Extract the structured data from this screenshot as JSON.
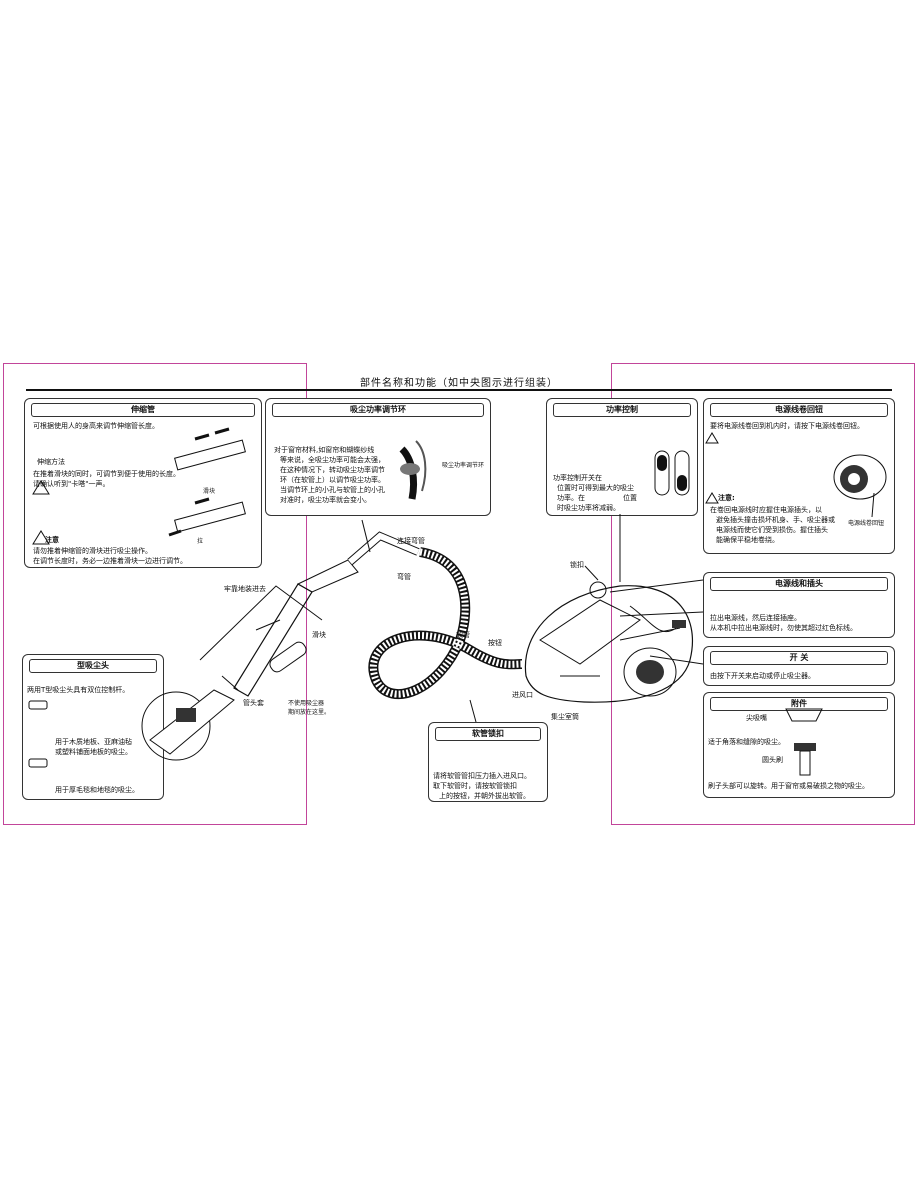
{
  "page_title": "部件名称和功能（如中央图示进行组装）",
  "sections": {
    "telescopic": {
      "heading": "伸缩管",
      "line1": "可根据使用人的身高来调节伸缩管长度。",
      "method": "伸缩方法",
      "line2": "在推着滑块的同时，可调节到便于使用的长度。",
      "line3": "请确认听到\"卡嗒\"一声。",
      "slider": "滑块",
      "pull": "拉",
      "caution": "注意",
      "caution1": "请勿推着伸缩管的滑块进行吸尘操作。",
      "caution2": "在调节长度时，务必一边推着滑块一边进行调节。"
    },
    "suction_ring": {
      "heading": "吸尘功率调节环",
      "p1": "对于窗帘材料,如窗帘和蝴蝶纱线",
      "p2": "等来说，全吸尘功率可能会太强，",
      "p3": "在这种情况下，转动吸尘功率调节",
      "p4": "环（在软管上）以调节吸尘功率。",
      "p5": "当调节环上的小孔与软管上的小孔",
      "p6": "对准时，吸尘功率就会变小。",
      "ring_label": "吸尘功率调节环"
    },
    "power_control": {
      "heading": "功率控制",
      "p1": "功率控制开关在",
      "p2": "位置时可得到最大的吸尘",
      "p3": "功率。在",
      "p4": "位置",
      "p5": "时吸尘功率将减弱。"
    },
    "cord_rewind": {
      "heading": "电源线卷回钮",
      "p1": "要将电源线卷回到机内时，请按下电源线卷回钮。",
      "caution": "注意:",
      "c1": "在卷回电源线时应握住电源插头，以",
      "c2": "避免插头撞击损坏机身、手、吸尘器或",
      "c3": "电源线而使它们受到损伤。握住插头",
      "c4": "能确保平稳地卷绕。",
      "button_label": "电源线卷回钮"
    },
    "cord_plug": {
      "heading": "电源线和插头",
      "p1": "拉出电源线，然后连接插座。",
      "p2": "从本机中拉出电源线时，勿使其超过红色标线。"
    },
    "switch": {
      "heading": "开 关",
      "p1": "由按下开关来启动或停止吸尘器。"
    },
    "accessories": {
      "heading": "附件",
      "crevice": "尖吸嘴",
      "p1": "适于角落和缝隙的吸尘。",
      "brush": "圆头刷",
      "p2": "刷子头部可以旋转。用于窗帘或易破损之物的吸尘。"
    },
    "floor_nozzle": {
      "heading": "型吸尘头",
      "p1": "两用T型吸尘头具有双位控制杆。",
      "p2": "用于木质地板、亚麻油毡",
      "p3": "或塑料铺面地板的吸尘。",
      "p4": "用于厚毛毯和地毯的吸尘。"
    },
    "hose_lock": {
      "heading": "软管锁扣",
      "p1": "请将软管管扣压力插入进风口。",
      "p2": "取下软管时，请按软管锁扣",
      "p3": "上的按钮，并朝外拔出软管。"
    }
  },
  "diagram_labels": {
    "connect_bent": "连接弯管",
    "bent_pipe": "弯管",
    "hose": "软管",
    "button": "按钮",
    "air_inlet": "进风口",
    "dust_box": "集尘室筒",
    "lock": "锁扣",
    "slider": "滑块",
    "push_in": "牢靠地装进去",
    "tube_cover": "管头套",
    "tube_note1": "不使用吸尘器",
    "tube_note2": "期间放在这里。"
  }
}
